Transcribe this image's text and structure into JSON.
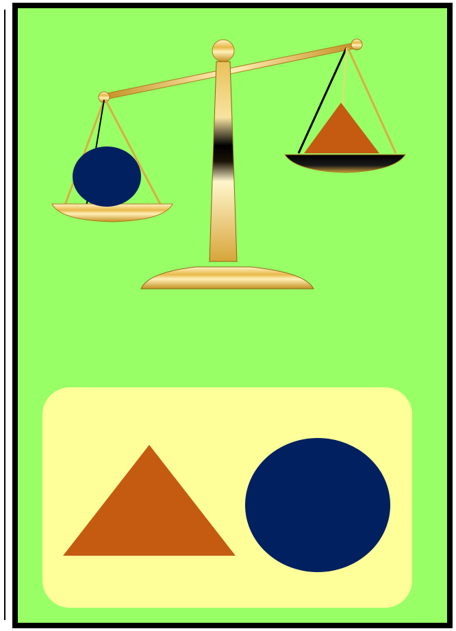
{
  "colors": {
    "page_background": "#ffffff",
    "card_background": "#99ff66",
    "card_border": "#000000",
    "answer_panel_background": "#ffff99",
    "triangle_color": "#c55a11",
    "circle_color": "#002060",
    "scale_gold_light": "#ffe9a0",
    "scale_gold_mid": "#e8b84a",
    "scale_gold_dark": "#b07d1a",
    "scale_shadow": "#000000"
  },
  "scale": {
    "tilt": "left-pan-lower",
    "left_pan_item": "circle",
    "right_pan_item": "triangle"
  },
  "answer_options": [
    {
      "id": "option-triangle",
      "shape": "triangle"
    },
    {
      "id": "option-circle",
      "shape": "circle"
    }
  ]
}
